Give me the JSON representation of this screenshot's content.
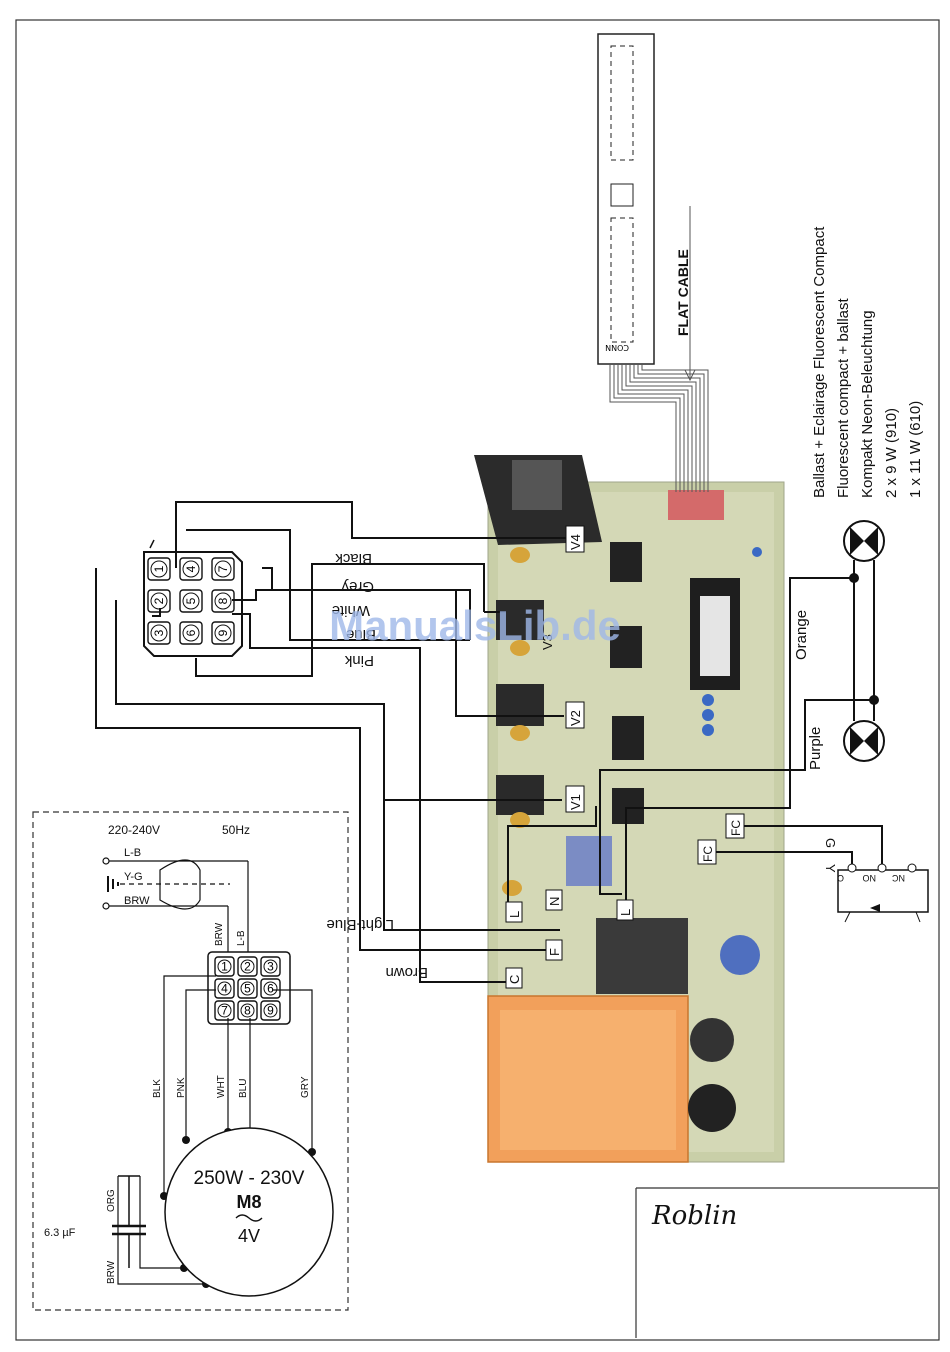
{
  "watermark": "ManualsLib.de",
  "brand": "Roblin",
  "lighting": {
    "lines": [
      "Ballast + Eclairage Fluorescent Compact",
      "Fluorescent compact + ballast",
      "Kompakt Neon-Beleuchtung",
      "2 x 9 W    (910)",
      "1 x 11 W (610)"
    ]
  },
  "flat_cable": {
    "label": "FLAT  CABLE",
    "conn_label": "CONN"
  },
  "wire_labels": {
    "black": "Black",
    "grey": "Grey",
    "white": "White",
    "blue": "Blue",
    "pink": "Pink",
    "orange": "Orange",
    "purple": "Purple",
    "light_blue": "Light-Blue",
    "brown": "Brown",
    "g": "G",
    "y": "Y"
  },
  "board_tags": {
    "v4": "V4",
    "v3": "V3",
    "v2": "V2",
    "v1": "V1",
    "l1": "L",
    "n": "N",
    "f": "F",
    "c": "C",
    "l2": "L",
    "fc1": "FC",
    "fc2": "FC"
  },
  "switch_terminals": {
    "c": "C",
    "no": "NO",
    "nc": "NC"
  },
  "connector": {
    "pins": [
      "1",
      "2",
      "3",
      "4",
      "5",
      "6",
      "7",
      "8",
      "9"
    ]
  },
  "schematic": {
    "supply": "220-240V",
    "freq": "50Hz",
    "lb": "L-B",
    "yg": "Y-G",
    "brw": "BRW",
    "brw_v": "BRW",
    "lb_v": "L-B",
    "blk": "BLK",
    "pnk": "PNK",
    "wht": "WHT",
    "blu": "BLU",
    "gry": "GRY",
    "org": "ORG",
    "brw_cap": "BRW",
    "capacitor": "6.3  µF",
    "motor_power": "250W - 230V",
    "motor_model": "M8",
    "motor_speed": "4V",
    "pins": [
      "1",
      "2",
      "3",
      "4",
      "5",
      "6",
      "7",
      "8",
      "9"
    ]
  }
}
